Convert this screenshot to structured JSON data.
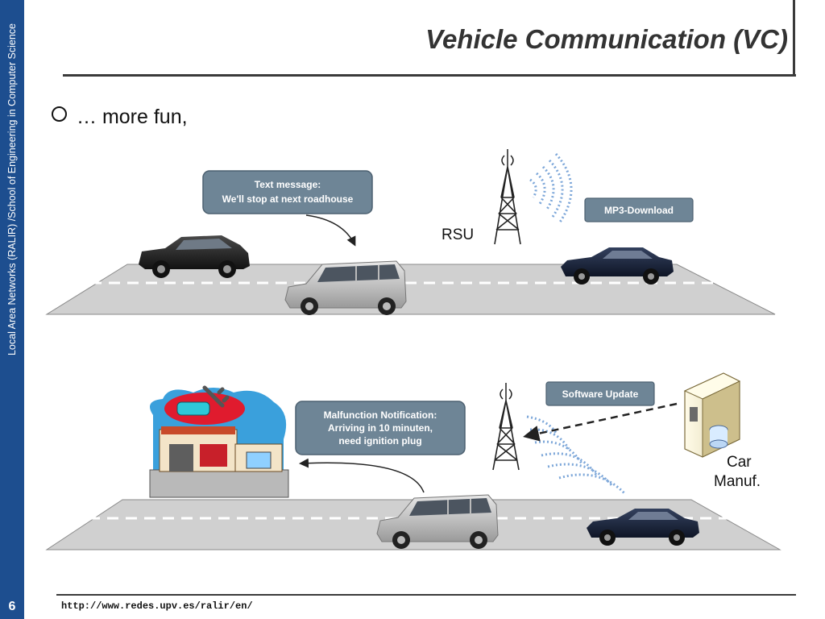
{
  "sidebar": {
    "text": "Local Area Networks (RALIR) /School of Engineering in Computer Science",
    "page_number": "6"
  },
  "title": "Vehicle Communication (VC)",
  "bullet": "… more fun,",
  "diagram": {
    "top": {
      "text_message_line1": "Text message:",
      "text_message_line2": "We'll stop at next roadhouse",
      "mp3_label": "MP3-Download",
      "rsu_label": "RSU"
    },
    "bottom": {
      "malfunction_line1": "Malfunction Notification:",
      "malfunction_line2": "Arriving in 10 minuten,",
      "malfunction_line3": "need ignition plug",
      "software_update": "Software Update",
      "car_manuf_line1": "Car",
      "car_manuf_line2": "Manuf."
    }
  },
  "footer": {
    "url": "http://www.redes.upv.es/ralir/en/"
  },
  "colors": {
    "sidebar": "#1d4e8f",
    "bubble": "#6e8596",
    "road": "#cfcfcf"
  }
}
